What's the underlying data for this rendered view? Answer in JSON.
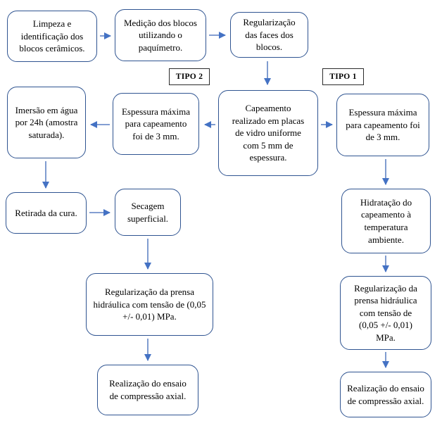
{
  "nodes": {
    "limpeza": "Limpeza e identificação dos blocos cerâmicos.",
    "medicao": "Medição dos blocos utilizando o paquímetro.",
    "regularizacao_faces": "Regularização das faces dos blocos.",
    "imersao": "Imersão em água por 24h (amostra saturada).",
    "espessura_tipo2": "Espessura máxima para capeamento foi de 3 mm.",
    "capeamento": "Capeamento realizado em placas de vidro uniforme com 5 mm de espessura.",
    "espessura_tipo1": "Espessura máxima para capeamento foi de 3 mm.",
    "retirada": "Retirada da cura.",
    "secagem": "Secagem superficial.",
    "hidratacao": "Hidratação do capeamento à temperatura ambiente.",
    "prensa_tipo2": "Regularização da prensa hidráulica com tensão de (0,05 +/- 0,01) MPa.",
    "prensa_tipo1": "Regularização da prensa hidráulica com tensão de (0,05 +/- 0,01) MPa.",
    "ensaio_tipo2": "Realização do ensaio de compressão axial.",
    "ensaio_tipo1": "Realização do ensaio de compressão axial."
  },
  "labels": {
    "tipo2": "TIPO 2",
    "tipo1": "TIPO 1"
  },
  "colors": {
    "box-border": "#2f5491",
    "arrow-head": "#4472c4",
    "arrow-line": "#7291cb",
    "label-border": "#2b2b2b",
    "text": "#000000"
  }
}
